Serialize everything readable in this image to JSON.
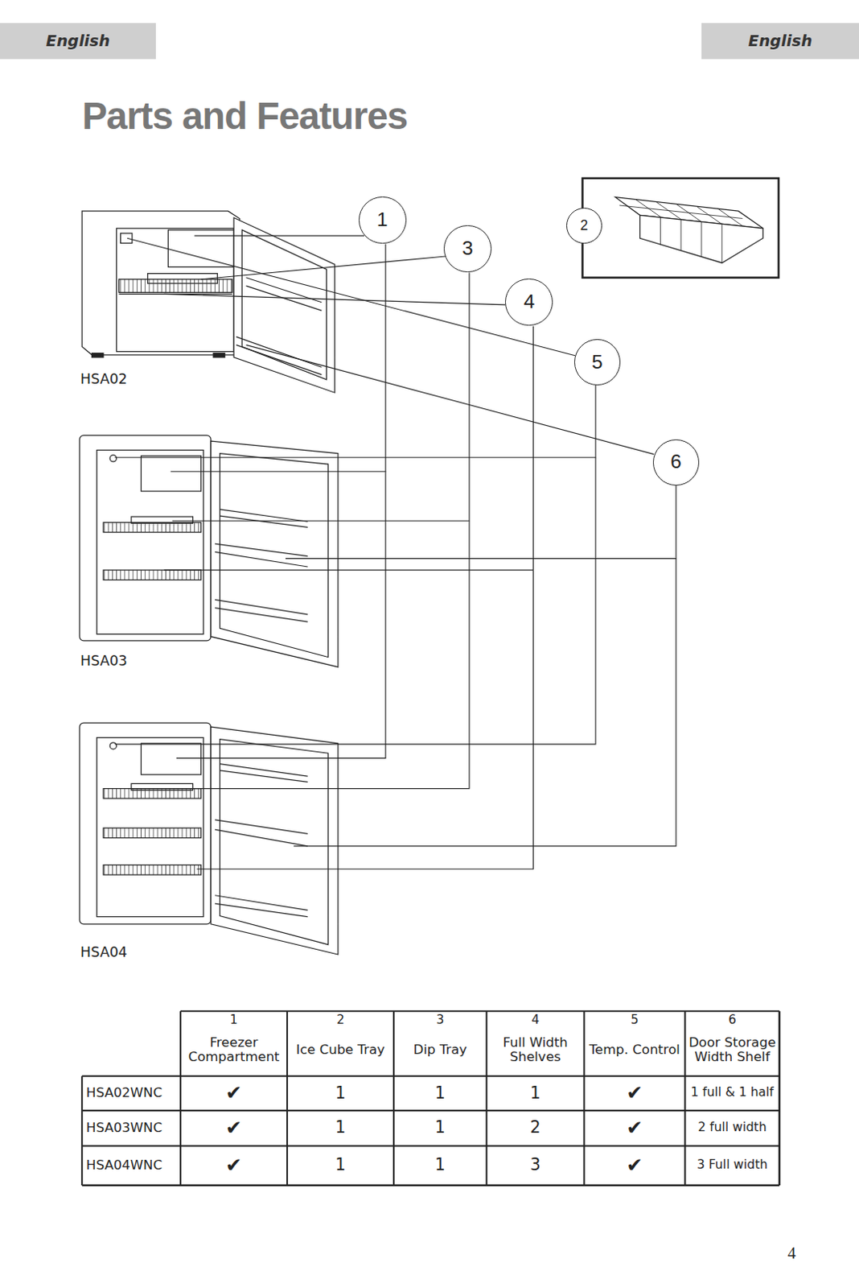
{
  "diagram": {
    "title": "Parts and Features",
    "nodes": [
      {
        "text": [
          "1"
        ]
      },
      {
        "text": [
          "2"
        ]
      },
      {
        "text": [
          "3"
        ]
      },
      {
        "text": [
          "4"
        ]
      },
      {
        "text": [
          "5"
        ]
      },
      {
        "text": [
          "6"
        ]
      }
    ],
    "labels": [
      "English",
      "English",
      "HSA02",
      "HSA03",
      "HSA04",
      "1",
      "2",
      "3",
      "4",
      "5",
      "6",
      "Freezer Compartment",
      "Ice Cube Tray",
      "Dip Tray",
      "Full Width Shelves",
      "Temp. Control",
      "Door Storage Width Shelf",
      "HSA02WNC",
      "✔",
      "1",
      "1",
      "1",
      "✔",
      "1 full & 1 half",
      "HSA03WNC",
      "✔",
      "1",
      "1",
      "2",
      "✔",
      "2 full width",
      "HSA04WNC",
      "✔",
      "1",
      "1",
      "3",
      "✔",
      "3 Full width",
      "4"
    ]
  }
}
